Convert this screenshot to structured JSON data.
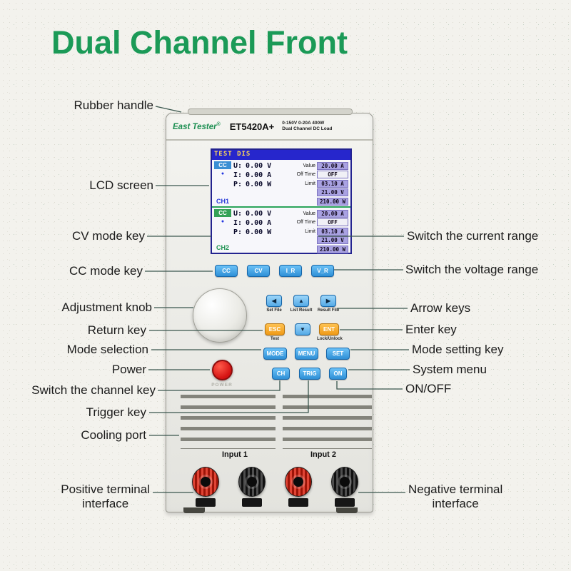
{
  "title": "Dual Channel Front",
  "colors": {
    "title_green": "#1b9a57",
    "brand_green": "#1d8f52",
    "key_blue": "#3f9fe0",
    "key_yellow": "#f5a623",
    "power_red": "#d41212",
    "lcd_bar_blue": "#2626cc",
    "lcd_cell_purple": "#a9a2e2",
    "ch1_badge_blue": "#3b8fd4",
    "ch2_badge_green": "#35a257",
    "callout_line": "#3a564e"
  },
  "device": {
    "brand": "East Tester",
    "reg_mark": "®",
    "model": "ET5420A+",
    "specs_line1": "0-150V 0-20A 400W",
    "specs_line2": "Dual Channel DC Load",
    "lcd": {
      "header": "TEST DIS",
      "channels": [
        {
          "mode_badge": "CC",
          "dot": "●",
          "name": "CH1",
          "readings": [
            {
              "label": "U:",
              "value": "0.00 V"
            },
            {
              "label": "I:",
              "value": "0.00 A"
            },
            {
              "label": "P:",
              "value": "0.00 W"
            }
          ],
          "rows": [
            {
              "label": "Value",
              "value": "20.00 A"
            },
            {
              "label": "Off Time",
              "value": "OFF"
            },
            {
              "label": "Limit",
              "value": "03.10 A"
            },
            {
              "label": "",
              "value": "21.00 V"
            },
            {
              "label": "",
              "value": "210.00 W"
            }
          ]
        },
        {
          "mode_badge": "CC",
          "dot": "●",
          "name": "CH2",
          "readings": [
            {
              "label": "U:",
              "value": "0.00 V"
            },
            {
              "label": "I:",
              "value": "0.00 A"
            },
            {
              "label": "P:",
              "value": "0.00 W"
            }
          ],
          "rows": [
            {
              "label": "Value",
              "value": "20.00 A"
            },
            {
              "label": "Off Time",
              "value": "OFF"
            },
            {
              "label": "Limit",
              "value": "03.10 A"
            },
            {
              "label": "",
              "value": "21.00 V"
            },
            {
              "label": "",
              "value": "210.00 W"
            }
          ]
        }
      ]
    },
    "function_keys": [
      "CC",
      "CV",
      "I_R",
      "V_R"
    ],
    "arrow_keys": {
      "left": "◀",
      "up": "▲",
      "right": "▶",
      "down": "▼"
    },
    "arrow_captions": [
      "Set File",
      "List Result",
      "Result File"
    ],
    "esc_key": "ESC",
    "ent_key": "ENT",
    "esc_caption": "Test",
    "ent_caption": "Lock/Unlock",
    "menu_keys": [
      "MODE",
      "MENU",
      "SET"
    ],
    "channel_keys": [
      "CH",
      "TRIG",
      "ON"
    ],
    "power_label": "POWER",
    "input_labels": [
      "Input 1",
      "Input 2"
    ]
  },
  "callouts_left": [
    {
      "text": "Rubber handle"
    },
    {
      "text": "LCD screen"
    },
    {
      "text": "CV mode key"
    },
    {
      "text": "CC mode key"
    },
    {
      "text": "Adjustment knob"
    },
    {
      "text": "Return key"
    },
    {
      "text": "Mode selection"
    },
    {
      "text": "Power"
    },
    {
      "text": "Switch the channel key"
    },
    {
      "text": "Trigger key"
    },
    {
      "text": "Cooling port"
    },
    {
      "line1": "Positive terminal",
      "line2": "interface"
    }
  ],
  "callouts_right": [
    {
      "text": "Switch the current range"
    },
    {
      "text": "Switch the voltage range"
    },
    {
      "text": "Arrow keys"
    },
    {
      "text": "Enter key"
    },
    {
      "text": "Mode setting key"
    },
    {
      "text": "System menu"
    },
    {
      "text": "ON/OFF"
    },
    {
      "line1": "Negative terminal",
      "line2": "interface"
    }
  ]
}
